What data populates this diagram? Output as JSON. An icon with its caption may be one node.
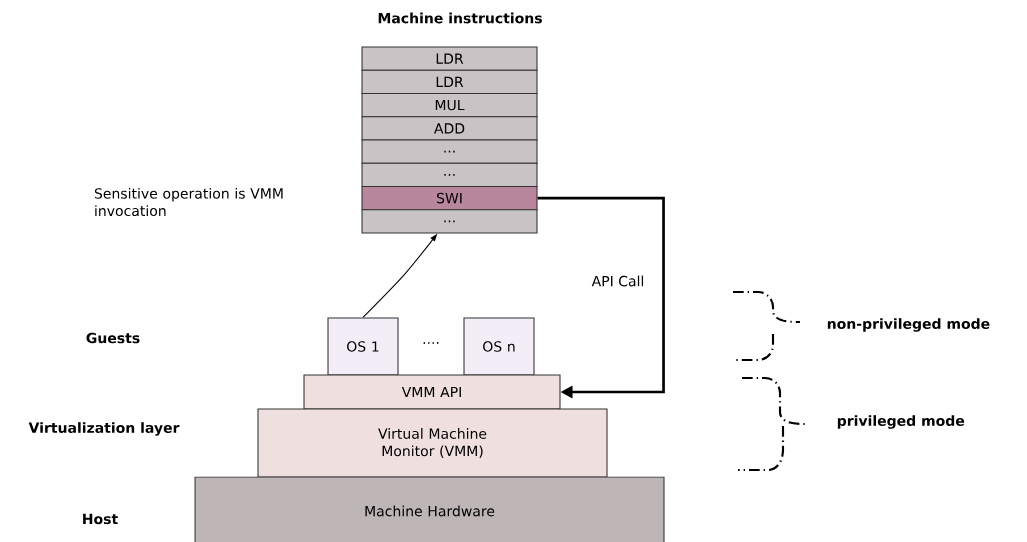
{
  "diagram": {
    "title": "Machine instructions",
    "nodes": [
      {
        "text": [
          "LDR"
        ]
      },
      {
        "text": [
          "LDR"
        ]
      },
      {
        "text": [
          "MUL"
        ]
      },
      {
        "text": [
          "ADD"
        ]
      },
      {
        "text": [
          "..."
        ]
      },
      {
        "text": [
          "..."
        ]
      },
      {
        "text": [
          "SWI"
        ]
      },
      {
        "text": [
          "..."
        ]
      },
      {
        "text": [
          "OS 1"
        ]
      },
      {
        "text": [
          "OS n"
        ]
      },
      {
        "text": [
          "VMM API"
        ]
      },
      {
        "text": [
          "Virtual Machine Monitor (VMM)"
        ]
      },
      {
        "text": [
          "Machine Hardware"
        ]
      }
    ],
    "edges": [
      {
        "from": 8,
        "to": 7,
        "arrow": "to"
      },
      {
        "from": 6,
        "to": 10,
        "arrow": "to",
        "label": "API Call",
        "style": "thick"
      }
    ],
    "labels": [
      "Sensitive operation is VMM invocation",
      "Guests",
      "....",
      "Virtualization layer",
      "Host",
      "non-privileged mode",
      "privileged mode"
    ]
  }
}
